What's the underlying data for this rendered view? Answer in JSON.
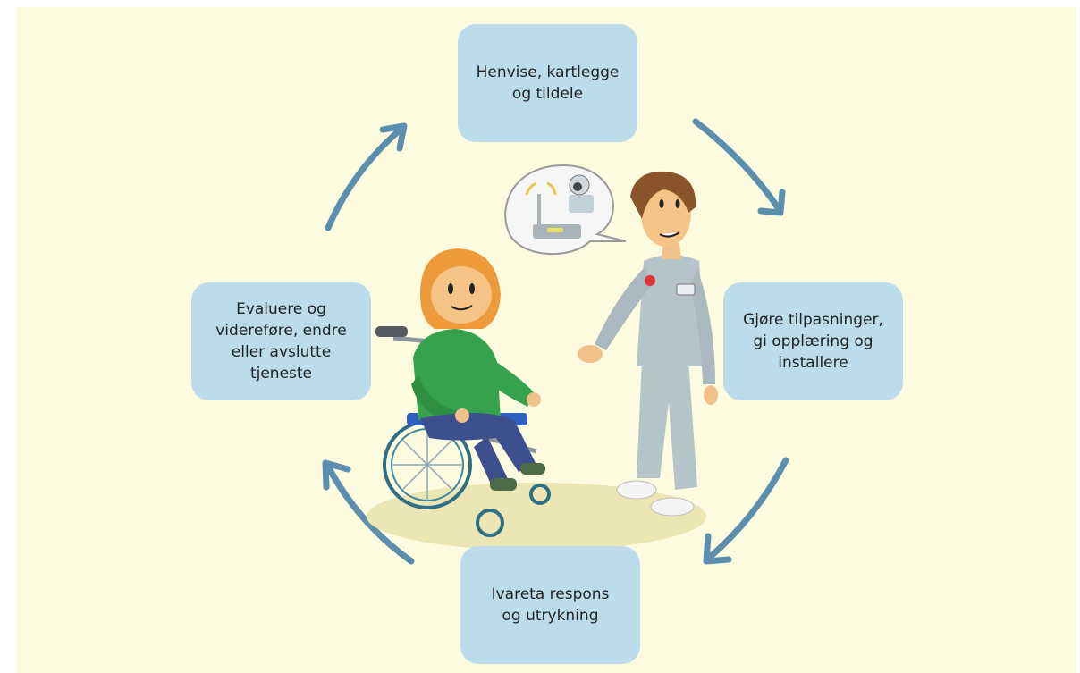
{
  "colors": {
    "background": "#fdfbdf",
    "box_fill": "#bcdcec",
    "arrow": "#5b8fad",
    "text": "#222222"
  },
  "steps": [
    {
      "label": "Henvise, kartlegge\nog tildele"
    },
    {
      "label": "Gjøre tilpasninger,\ngi opplæring og\ninstallere"
    },
    {
      "label": "Ivareta respons\nog utrykning"
    },
    {
      "label": "Evaluere og\nvidereføre, endre\neller avslutte\ntjeneste"
    }
  ],
  "icons": [
    "arrow-icon",
    "wheelchair-user-illustration",
    "caregiver-illustration",
    "speech-bubble-icon",
    "safety-alarm-device-icon"
  ]
}
